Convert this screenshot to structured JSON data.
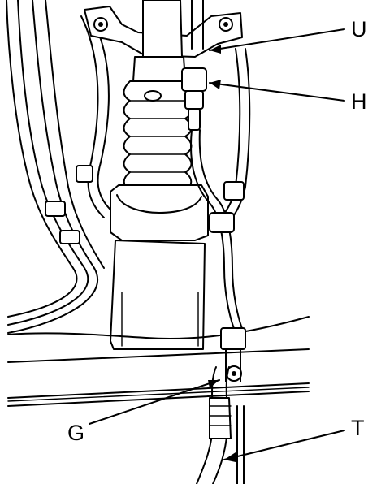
{
  "labels": {
    "U": "U",
    "H": "H",
    "G": "G",
    "T": "T"
  }
}
